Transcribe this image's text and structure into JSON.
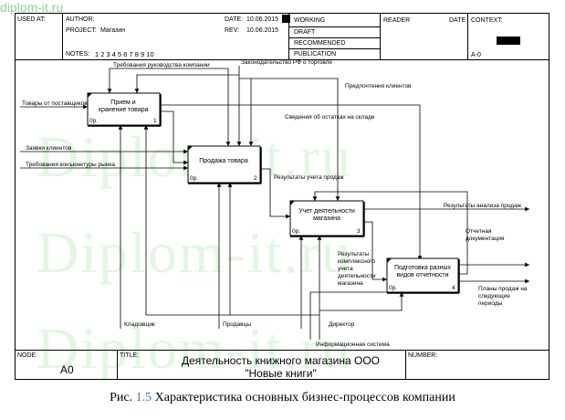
{
  "watermark": {
    "top": "diplom-it.ru",
    "big": "Diplom-it.ru"
  },
  "header": {
    "used_at": "USED AT:",
    "author_label": "AUTHOR:",
    "project_label": "PROJECT:",
    "project_value": "Магазин",
    "date_label": "DATE:",
    "date_value": "10.06.2015",
    "rev_label": "REV:",
    "rev_value": "10.06.2015",
    "notes_label": "NOTES:",
    "notes_value": "1  2  3  4  5  6  7  8  9  10",
    "status": [
      "WORKING",
      "DRAFT",
      "RECOMMENDED",
      "PUBLICATION"
    ],
    "reader_label": "READER",
    "reader_date_label": "DATE",
    "context_label": "CONTEXT:",
    "context_node": "A-0"
  },
  "diagram": {
    "boxes": [
      {
        "title": "Прием и хранение товара",
        "id": "0р.",
        "num": "1"
      },
      {
        "title": "Продажа товара",
        "id": "0р.",
        "num": "2"
      },
      {
        "title": "Учет деятельности магазина",
        "id": "0р.",
        "num": "3"
      },
      {
        "title": "Подготовка разных видов отчетности",
        "id": "0р.",
        "num": "4"
      }
    ],
    "arrows": {
      "rukovodstvo": "Требования руководства компании",
      "zakon": "Законодательство РФ о торговле",
      "predpochteniya": "Предпочтения клиентов",
      "tovary": "Товары от поставщиков",
      "ostatki": "Сведения об остатках на складе",
      "zayavki": "Заявки клиентов",
      "konyunktura": "Требования конъюнктуры рынка",
      "rez_prodazh": "Результаты учета продаж",
      "rez_analiza": "Результаты анализа продаж",
      "otchetnaya": "Отчетная документация",
      "rez_kompleks": "Результаты комплексного учета деятельности магазина",
      "plany": "Планы продаж на следующие периоды",
      "kladovshik": "Кладовщик",
      "prodavtsy": "Продавцы",
      "direktor": "Директор",
      "infosys": "Информационная система"
    }
  },
  "footer": {
    "node_label": "NODE:",
    "node_value": "A0",
    "title_label": "TITLE:",
    "title_line1": "Деятельность книжного магазина ООО",
    "title_line2": "\"Новые книги\"",
    "number_label": "NUMBER:"
  },
  "caption": {
    "prefix": "Рис. ",
    "number": "1.5",
    "text": " Характеристика основных бизнес-процессов компании"
  }
}
